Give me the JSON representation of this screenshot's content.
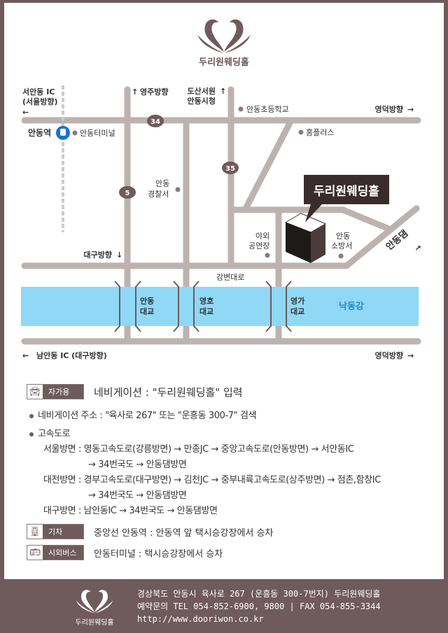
{
  "brand": {
    "name": "두리원웨딩홀"
  },
  "map": {
    "labels": {
      "seoan_ic": "서안동 IC",
      "seoan_ic_dir": "(서울방향)",
      "yeongju": "영주방향",
      "dosan_1": "도산서원",
      "dosan_2": "안동시청",
      "school": "안동초등학교",
      "yeongdeok_top": "영덕방향",
      "station": "안동역",
      "terminal": "안동터미널",
      "homeplus": "홈플러스",
      "police_1": "안동",
      "police_2": "경찰서",
      "daegu": "대구방향",
      "theater_1": "야외",
      "theater_2": "공연장",
      "fire_1": "안동",
      "fire_2": "소방서",
      "dam": "안동댐",
      "riverside_road": "강변대로",
      "bridge1_1": "안동",
      "bridge1_2": "대교",
      "bridge2_1": "영호",
      "bridge2_2": "대교",
      "bridge3_1": "영가",
      "bridge3_2": "대교",
      "river": "낙동강",
      "namandong": "남안동 IC (대구방향)",
      "yeongdeok_bottom": "영덕방향",
      "route34": "34",
      "route35": "35",
      "route5": "5",
      "venue": "두리원웨딩홀"
    }
  },
  "directions": {
    "car": {
      "tag": "자가용",
      "title": "네비게이션 : \"두리원웨딩홀\" 입력",
      "nav_address": "네비게이션 주소 : \"육사로 267\" 또는 \"운흥동 300-7\" 검색",
      "highway": "고속도로",
      "seoul_1": "서울방면 : 영동고속도로(강릉방면) → 만종JC → 중앙고속도로(안동방면) → 서안동IC",
      "seoul_2": "→ 34번국도 → 안동댐방면",
      "daejeon_1": "대전방면 : 경부고속도로(대구방면) → 김천JC → 중부내륙고속도로(상주방면) → 점촌,함창IC",
      "daejeon_2": "→ 34번국도 → 안동댐방면",
      "daegu": "대구방면 : 남안동IC → 34번국도 → 안동댐방면"
    },
    "train": {
      "tag": "기차",
      "text": "중앙선 안동역 : 안동역 앞 택시승강장에서 승차"
    },
    "bus": {
      "tag": "시외버스",
      "text": "안동터미널 : 택시승강장에서 승차"
    }
  },
  "footer": {
    "address": "경상북도 안동시 육사로 267 (운흥동 300-7번지) 두리원웨딩홀",
    "contact": "예약문의 TEL 054-852-6900, 9800 | FAX 054-855-3344",
    "url": "http://www.dooriwon.co.kr",
    "logo_text": "두리원웨딩홀"
  },
  "colors": {
    "brand": "#6f5a5c",
    "road": "#bcb3b1",
    "river": "#8fd8f6"
  }
}
